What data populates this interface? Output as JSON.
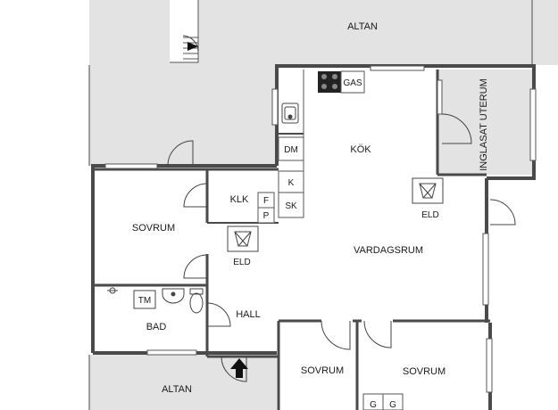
{
  "rooms": {
    "altan_top": "ALTAN",
    "altan_bottom": "ALTAN",
    "kok": "KÖK",
    "vardagsrum": "VARDAGSRUM",
    "sovrum_left": "SOVRUM",
    "sovrum_bottom_left": "SOVRUM",
    "sovrum_bottom_right": "SOVRUM",
    "hall": "HALL",
    "bad": "BAD",
    "klk": "KLK",
    "uterum": "INGLASAT UTERUM"
  },
  "fixtures": {
    "gas": "GAS",
    "dm": "DM",
    "k": "K",
    "sk": "SK",
    "f": "F",
    "p": "P",
    "tm": "TM",
    "eld_kitchen": "ELD",
    "eld_hall": "ELD",
    "g1": "G",
    "g2": "G"
  },
  "icons": {
    "stove": "stove-icon",
    "sink": "sink-icon",
    "fireplace": "fireplace-icon",
    "toilet": "toilet-icon",
    "washbasin": "washbasin-icon",
    "entrance_arrow": "arrow-up-icon",
    "stair_arrow": "arrow-right-icon"
  }
}
